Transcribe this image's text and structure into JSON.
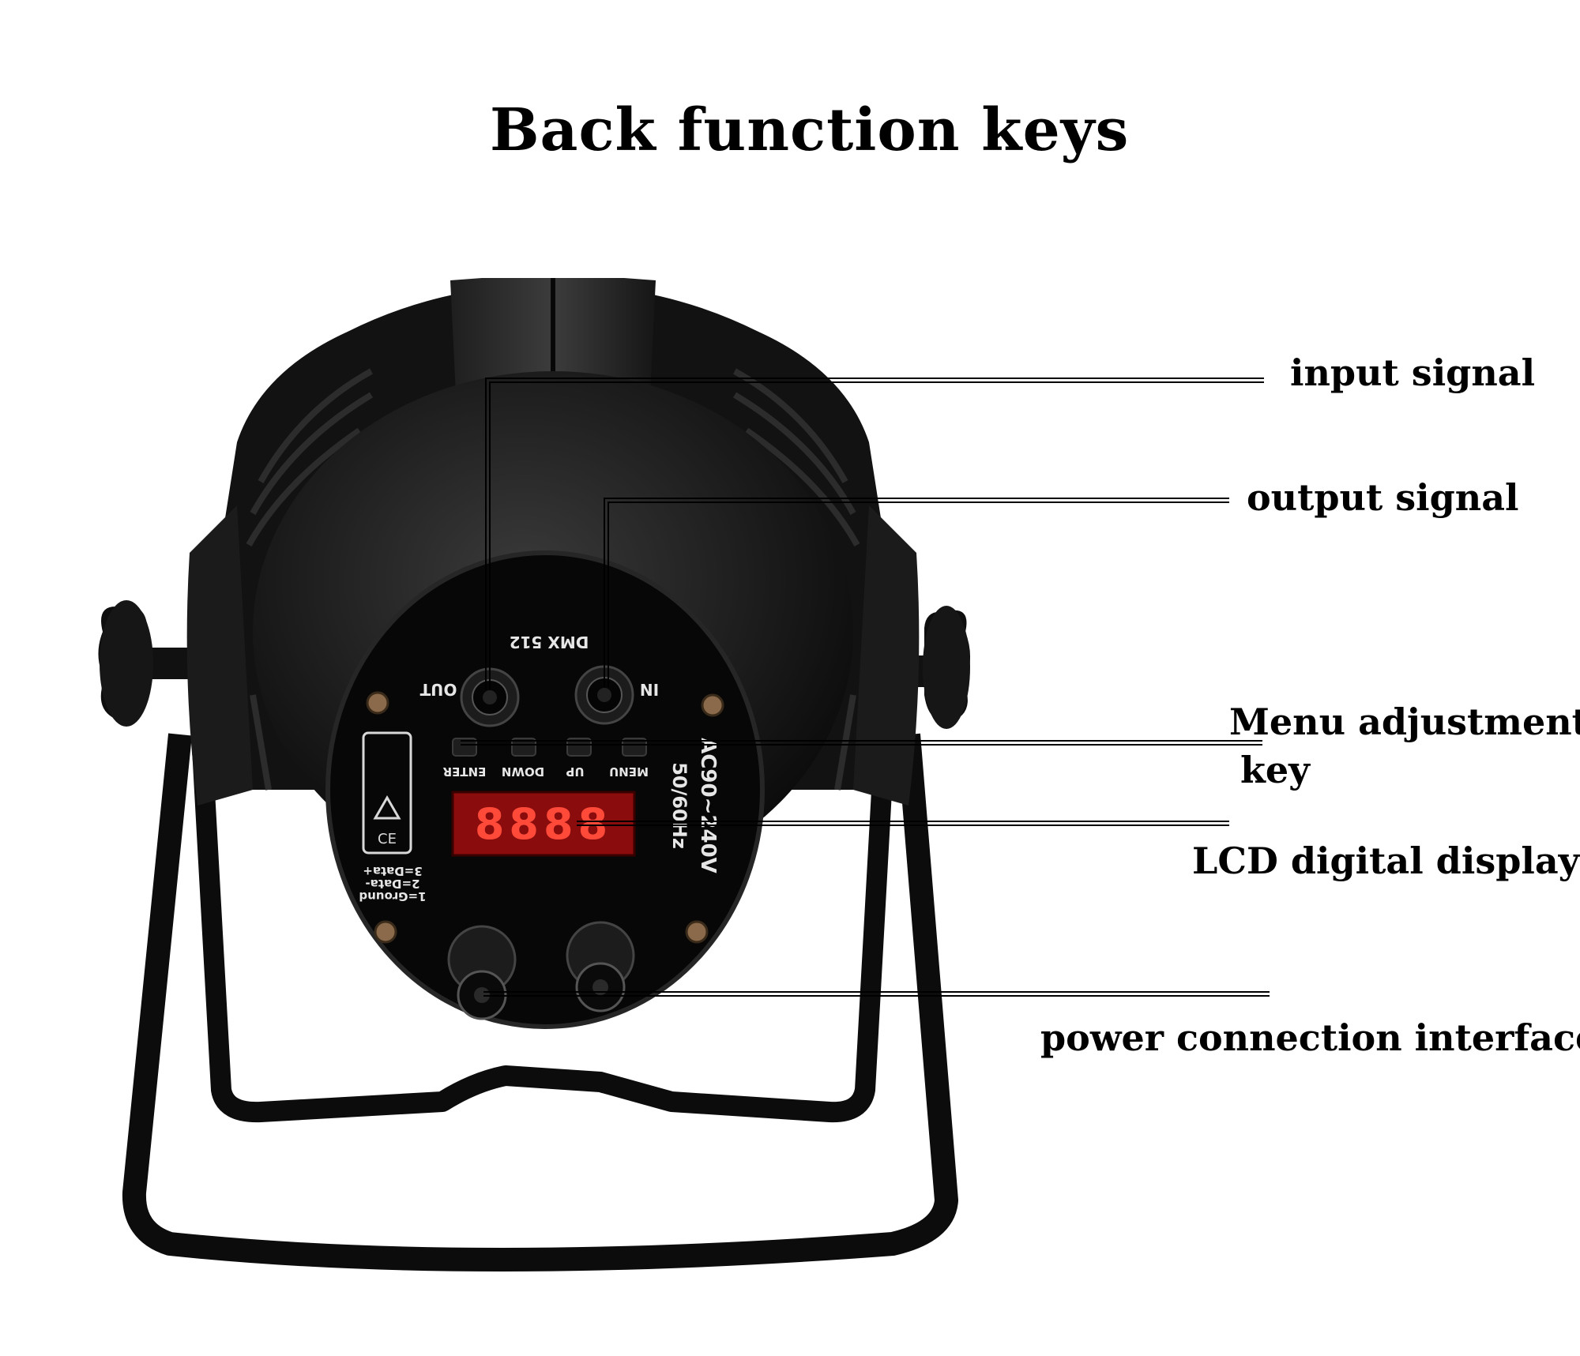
{
  "title": "Back function keys",
  "callouts": {
    "input_signal": "input signal",
    "output_signal": "output signal",
    "menu_key_line1": "Menu adjustment",
    "menu_key_line2": "key",
    "lcd_display": "LCD digital display",
    "power_interface": "power connection interface"
  },
  "panel_labels": {
    "dmx": "DMX 512",
    "out": "OUT",
    "in": "IN",
    "menu": "MENU",
    "up": "UP",
    "down": "DOWN",
    "enter": "ENTER",
    "voltage": "AC90~240V",
    "frequency": "50/60Hz",
    "pin1": "1=Ground",
    "pin2": "2=Data-",
    "pin3": "3=Data+",
    "display_value": "8888"
  },
  "colors": {
    "body": "#121212",
    "led": "#d11a1a",
    "screw": "#8a6a4a"
  }
}
